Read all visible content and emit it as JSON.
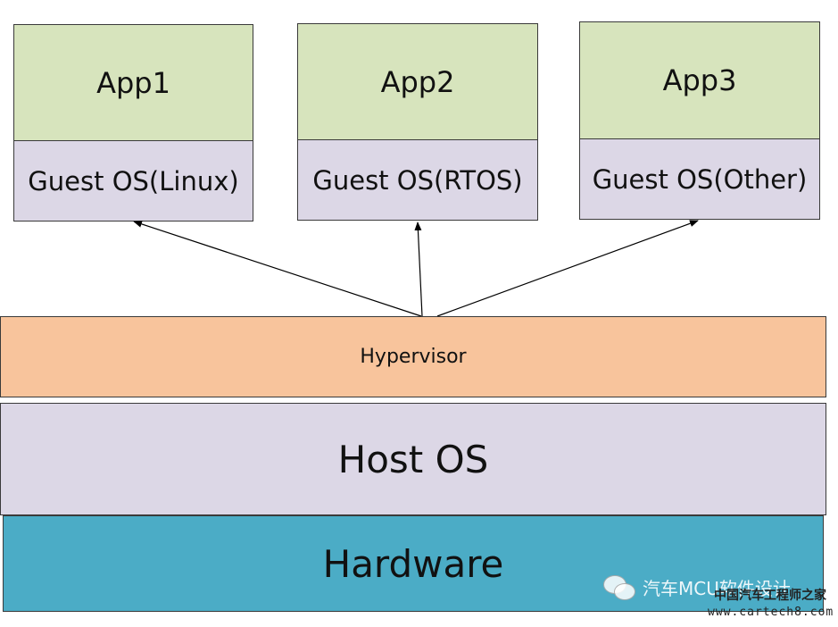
{
  "stacks": [
    {
      "app": "App1",
      "guest_os": "Guest OS(Linux)"
    },
    {
      "app": "App2",
      "guest_os": "Guest OS(RTOS)"
    },
    {
      "app": "App3",
      "guest_os": "Guest OS(Other)"
    }
  ],
  "layers": {
    "hypervisor": "Hypervisor",
    "host_os": "Host OS",
    "hardware": "Hardware"
  },
  "watermark": {
    "account": "汽车MCU软件设计",
    "site_title": "中国汽车工程师之家",
    "url": "www.cartech8.com"
  },
  "colors": {
    "app": "#d7e4bd",
    "guest_os": "#dcd7e6",
    "hypervisor": "#f8c49c",
    "host_os": "#dcd7e6",
    "hardware": "#4bacc6"
  }
}
